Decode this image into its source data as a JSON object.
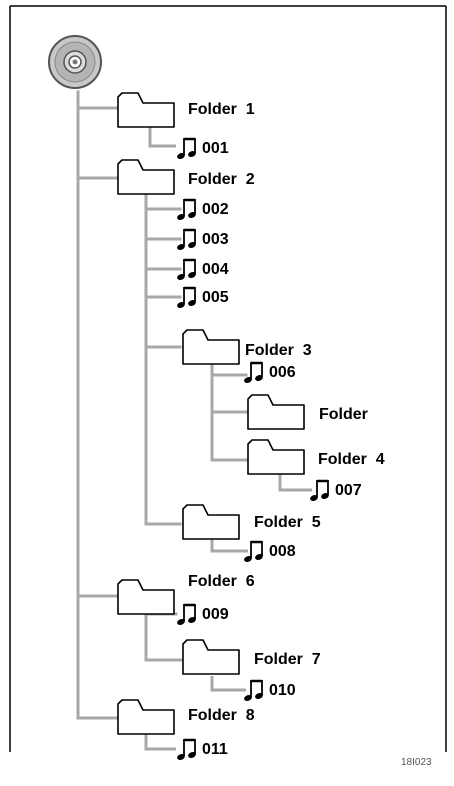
{
  "diagram": {
    "root": {
      "icon": "disc-icon"
    },
    "folders": [
      {
        "id": "folder-1",
        "label": "Folder  1"
      },
      {
        "id": "folder-2",
        "label": "Folder  2"
      },
      {
        "id": "folder-3",
        "label": "Folder  3"
      },
      {
        "id": "folder-empty",
        "label": "Folder"
      },
      {
        "id": "folder-4",
        "label": "Folder  4"
      },
      {
        "id": "folder-5",
        "label": "Folder  5"
      },
      {
        "id": "folder-6",
        "label": "Folder  6"
      },
      {
        "id": "folder-7",
        "label": "Folder  7"
      },
      {
        "id": "folder-8",
        "label": "Folder  8"
      }
    ],
    "files": [
      {
        "id": "file-001",
        "label": "001",
        "icon": "music-note-icon"
      },
      {
        "id": "file-002",
        "label": "002",
        "icon": "music-note-icon"
      },
      {
        "id": "file-003",
        "label": "003",
        "icon": "music-note-icon"
      },
      {
        "id": "file-004",
        "label": "004",
        "icon": "music-note-icon"
      },
      {
        "id": "file-005",
        "label": "005",
        "icon": "music-note-icon"
      },
      {
        "id": "file-006",
        "label": "006",
        "icon": "music-note-icon"
      },
      {
        "id": "file-007",
        "label": "007",
        "icon": "music-note-icon"
      },
      {
        "id": "file-008",
        "label": "008",
        "icon": "music-note-icon"
      },
      {
        "id": "file-009",
        "label": "009",
        "icon": "music-note-icon"
      },
      {
        "id": "file-010",
        "label": "010",
        "icon": "music-note-icon"
      },
      {
        "id": "file-011",
        "label": "011",
        "icon": "music-note-icon"
      }
    ],
    "figure_id": "18I023"
  }
}
